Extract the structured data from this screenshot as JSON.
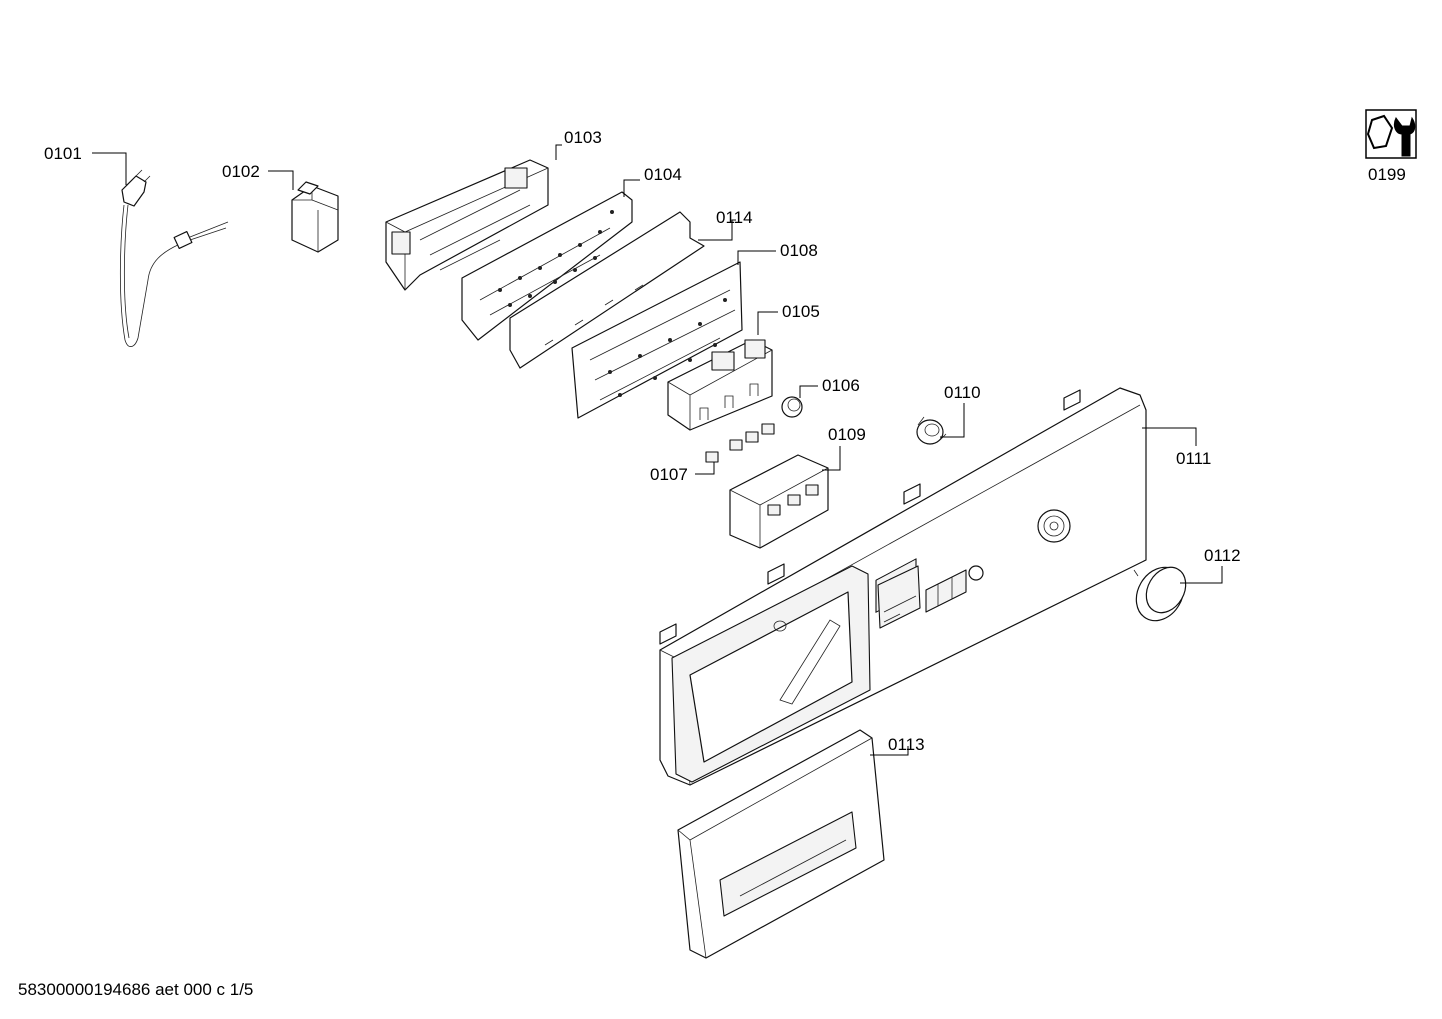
{
  "footer_code": "58300000194686 aet 000 c 1/5",
  "service_icon": {
    "name": "service-tool-icon",
    "label": "0199"
  },
  "parts": [
    {
      "id": "0101",
      "desc_icon": "power-cord-plug"
    },
    {
      "id": "0102",
      "desc_icon": "suppression-capacitor"
    },
    {
      "id": "0103",
      "desc_icon": "module-housing"
    },
    {
      "id": "0104",
      "desc_icon": "control-board"
    },
    {
      "id": "0114",
      "desc_icon": "insulation-sheet"
    },
    {
      "id": "0108",
      "desc_icon": "display-board"
    },
    {
      "id": "0105",
      "desc_icon": "button-holder"
    },
    {
      "id": "0106",
      "desc_icon": "round-button"
    },
    {
      "id": "0110",
      "desc_icon": "knob-adapter"
    },
    {
      "id": "0109",
      "desc_icon": "switch-carrier"
    },
    {
      "id": "0107",
      "desc_icon": "push-buttons"
    },
    {
      "id": "0111",
      "desc_icon": "control-panel-fascia"
    },
    {
      "id": "0112",
      "desc_icon": "selector-knob"
    },
    {
      "id": "0113",
      "desc_icon": "dispenser-handle"
    }
  ]
}
